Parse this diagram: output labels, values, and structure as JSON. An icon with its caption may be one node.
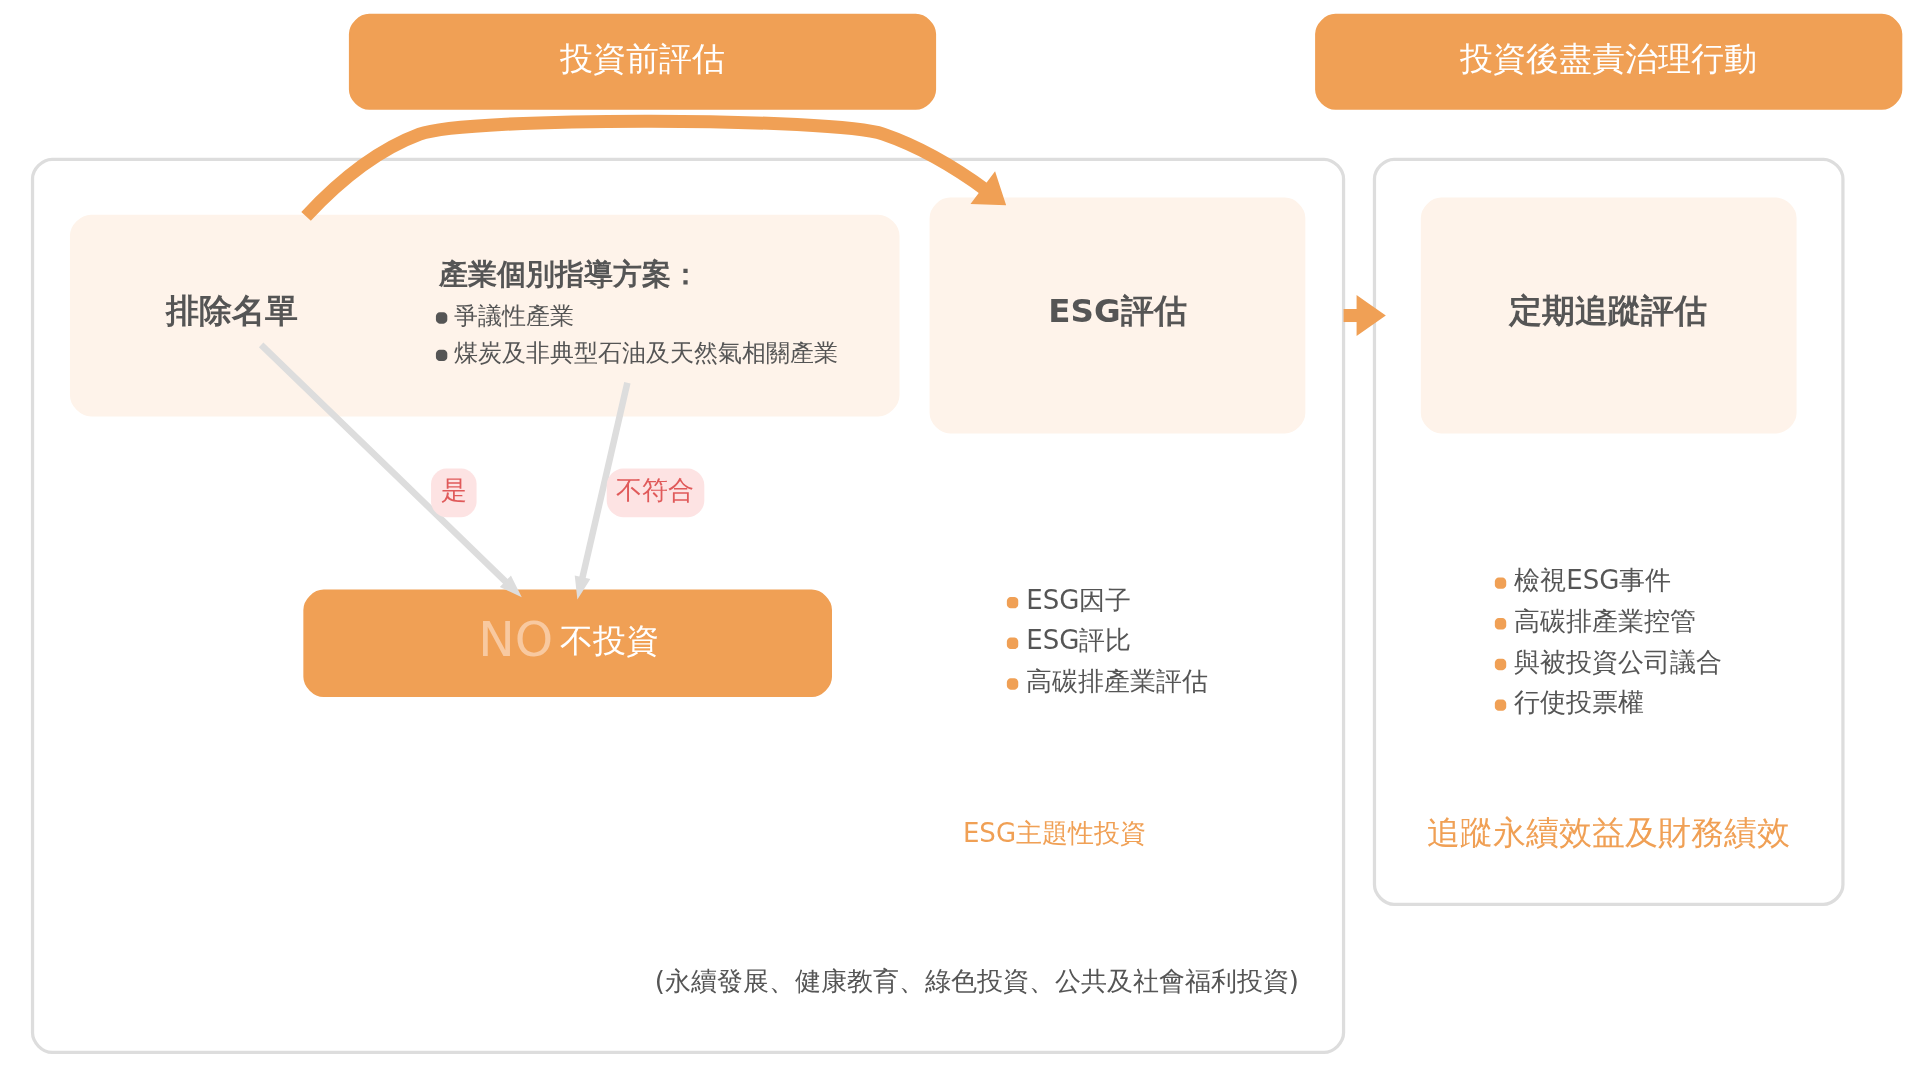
{
  "diagram": {
    "nodes": [
      {
        "text": [
          "投資前評估"
        ]
      },
      {
        "text": [
          "投資後盡責治理行動"
        ]
      },
      {
        "text": [],
        "shape": "box"
      },
      {
        "text": [],
        "shape": "box",
        "in": 2
      },
      {
        "text": [
          "排除名單"
        ],
        "in": 3
      },
      {
        "text": [
          "產業個別指導方案：",
          "爭議性產業",
          "煤炭及非典型石油及天然氣相關產業"
        ],
        "in": 3
      },
      {
        "text": [
          "ESG評估"
        ],
        "in": 2,
        "beside": [
          "ESG因子",
          "ESG評比",
          "高碳排產業評估"
        ]
      },
      {
        "text": [
          "NO",
          "不投資"
        ],
        "in": 2
      },
      {
        "text": [],
        "shape": "box"
      },
      {
        "text": [
          "定期追蹤評估"
        ],
        "in": 8,
        "beside": [
          "檢視ESG事件",
          "高碳排產業控管",
          "與被投資公司議合",
          "行使投票權"
        ]
      }
    ],
    "edges": [
      {
        "from": 4,
        "to": 7,
        "arrow": "to",
        "label": "是",
        "color": "#dddddd"
      },
      {
        "from": 5,
        "to": 7,
        "arrow": "to",
        "label": "不符合",
        "color": "#dddddd"
      },
      {
        "from": 3,
        "to": 6,
        "arrow": "to",
        "style": "thick",
        "color": "#f0a055"
      },
      {
        "from": 2,
        "to": 8,
        "arrow": "to",
        "style": "thick",
        "color": "#f0a055"
      }
    ],
    "labels": [
      "ESG主題性投資",
      "(永續發展、健康教育、綠色投資、公共及社會福利投資)",
      "追蹤永續效益及財務績效"
    ]
  }
}
